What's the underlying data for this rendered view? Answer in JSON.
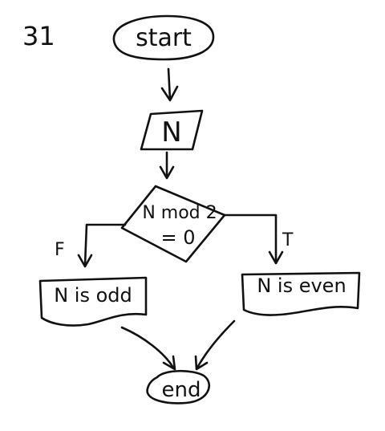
{
  "problem_number": "31",
  "nodes": {
    "start": "start",
    "input": "N",
    "decision_line1": "N mod 2",
    "decision_line2": "= 0",
    "false_output": "N is odd",
    "true_output": "N is even",
    "end": "end"
  },
  "edges": {
    "false_label": "F",
    "true_label": "T"
  },
  "colors": {
    "ink": "#111111",
    "paper": "#ffffff"
  }
}
